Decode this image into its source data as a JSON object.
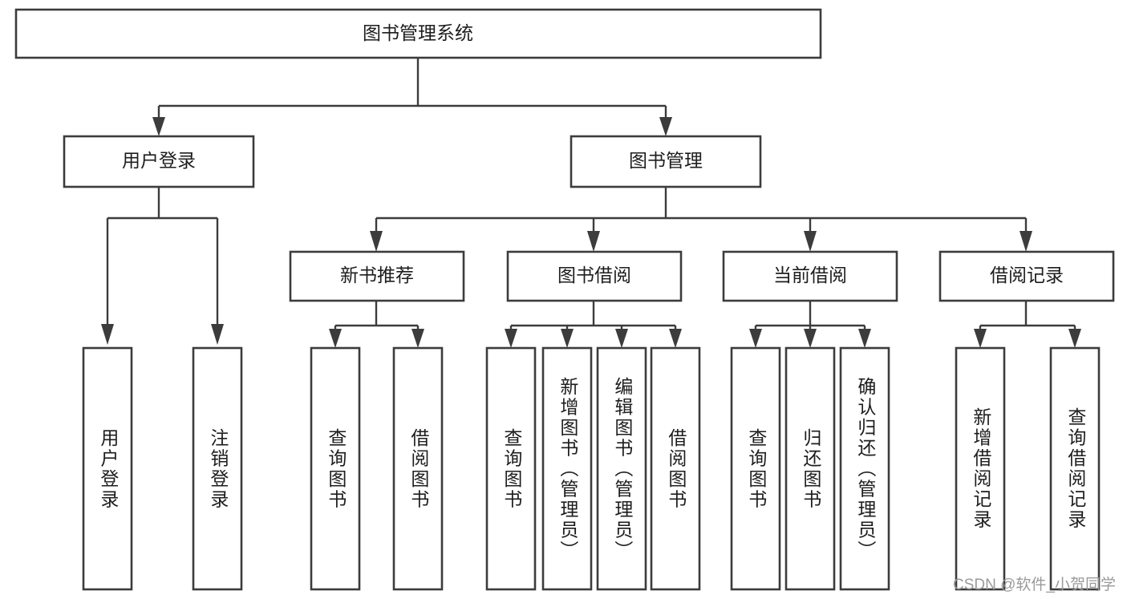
{
  "diagram": {
    "type": "tree",
    "title": "图书管理系统",
    "orientation": "top-down",
    "watermark": "CSDN @软件_小贺同学",
    "root": {
      "id": "root",
      "label": "图书管理系统",
      "level": 0
    },
    "level1": [
      {
        "id": "user-login",
        "label": "用户登录",
        "level": 1
      },
      {
        "id": "book-manage",
        "label": "图书管理",
        "level": 1
      }
    ],
    "level2": [
      {
        "id": "new-book-recommend",
        "label": "新书推荐",
        "level": 2,
        "parent": "book-manage"
      },
      {
        "id": "book-borrow",
        "label": "图书借阅",
        "level": 2,
        "parent": "book-manage"
      },
      {
        "id": "current-borrow",
        "label": "当前借阅",
        "level": 2,
        "parent": "book-manage"
      },
      {
        "id": "borrow-record",
        "label": "借阅记录",
        "level": 2,
        "parent": "book-manage"
      }
    ],
    "leaves": [
      {
        "id": "leaf-user-login",
        "label": "用户登录",
        "parent": "user-login"
      },
      {
        "id": "leaf-user-logout",
        "label": "注销登录",
        "parent": "user-login"
      },
      {
        "id": "leaf-query-book-1",
        "label": "查询图书",
        "parent": "new-book-recommend"
      },
      {
        "id": "leaf-borrow-book-1",
        "label": "借阅图书",
        "parent": "new-book-recommend"
      },
      {
        "id": "leaf-query-book-2",
        "label": "查询图书",
        "parent": "book-borrow"
      },
      {
        "id": "leaf-add-book",
        "label": "新增图书（管理员）",
        "parent": "book-borrow"
      },
      {
        "id": "leaf-edit-book",
        "label": "编辑图书（管理员）",
        "parent": "book-borrow"
      },
      {
        "id": "leaf-borrow-book-2",
        "label": "借阅图书",
        "parent": "book-borrow"
      },
      {
        "id": "leaf-query-book-3",
        "label": "查询图书",
        "parent": "current-borrow"
      },
      {
        "id": "leaf-return-book",
        "label": "归还图书",
        "parent": "current-borrow"
      },
      {
        "id": "leaf-confirm-return",
        "label": "确认归还（管理员）",
        "parent": "current-borrow"
      },
      {
        "id": "leaf-add-record",
        "label": "新增借阅记录",
        "parent": "borrow-record"
      },
      {
        "id": "leaf-query-record",
        "label": "查询借阅记录",
        "parent": "borrow-record"
      }
    ],
    "colors": {
      "box_stroke": "#3c3c3c",
      "box_fill": "#ffffff",
      "text": "#1d1d1d",
      "connector": "#3c3c3c",
      "background": "#ffffff",
      "watermark": "#9a9a9a"
    }
  }
}
